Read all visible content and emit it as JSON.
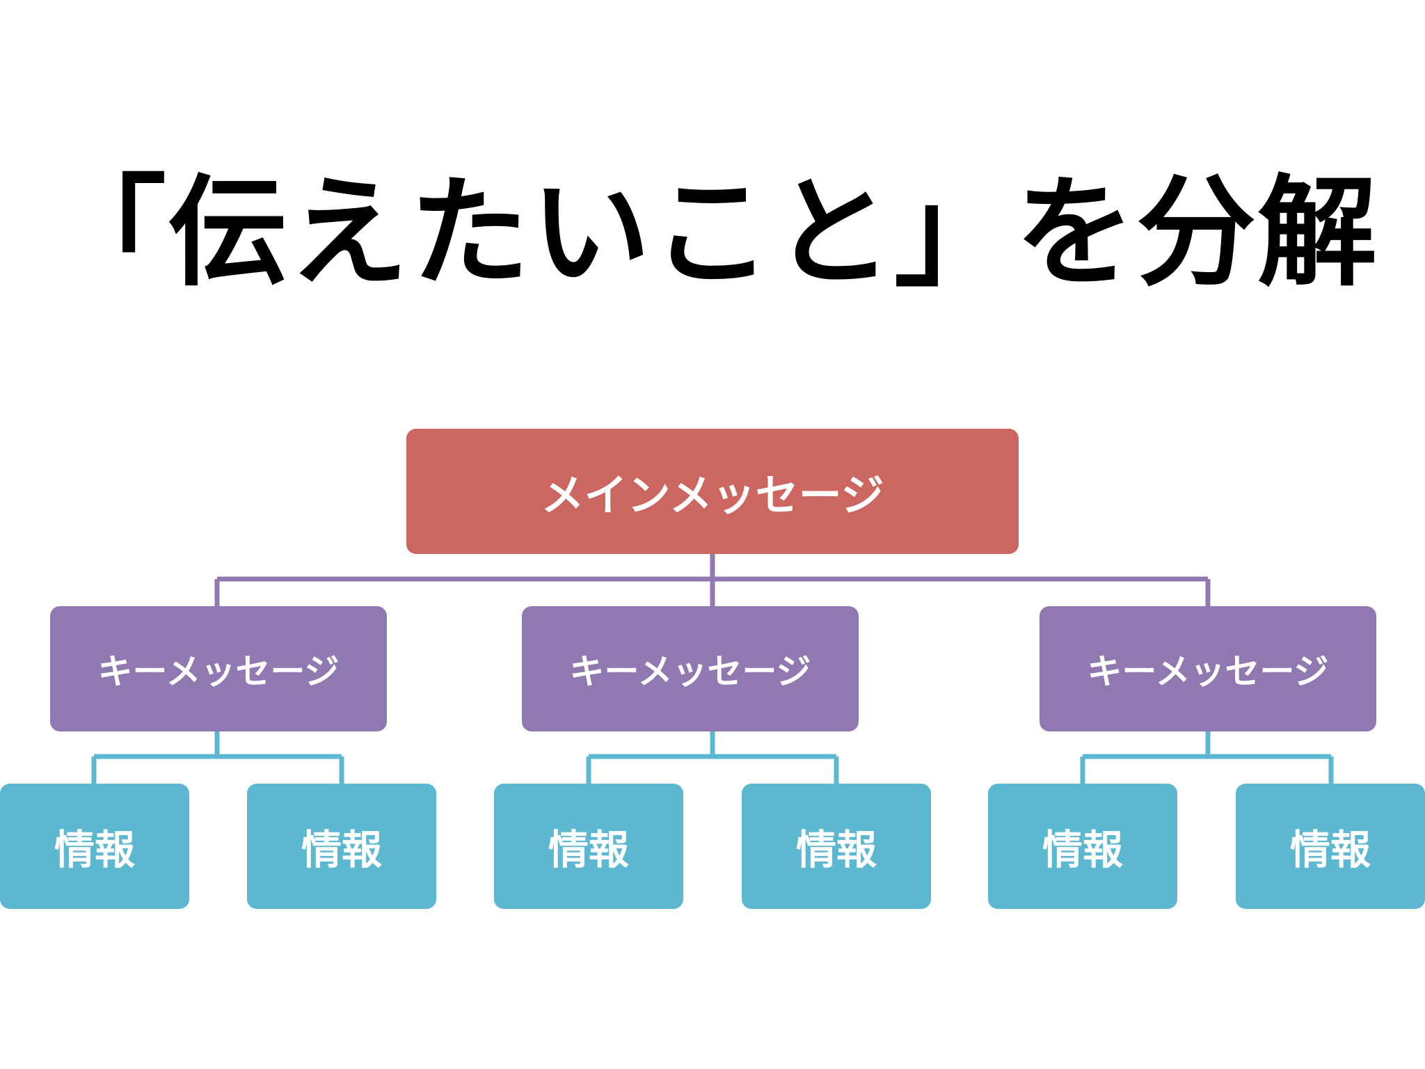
{
  "title": "「伝えたいこと」を分解",
  "colors": {
    "main": "#CC6660",
    "key": "#9079B0",
    "info": "#5CB8D0",
    "key_connector": "#9079B0",
    "info_connector": "#5CB8D0"
  },
  "tree": {
    "main": {
      "label": "メインメッセージ"
    },
    "keys": [
      {
        "label": "キーメッセージ",
        "infos": [
          {
            "label": "情報"
          },
          {
            "label": "情報"
          }
        ]
      },
      {
        "label": "キーメッセージ",
        "infos": [
          {
            "label": "情報"
          },
          {
            "label": "情報"
          }
        ]
      },
      {
        "label": "キーメッセージ",
        "infos": [
          {
            "label": "情報"
          },
          {
            "label": "情報"
          }
        ]
      }
    ]
  }
}
